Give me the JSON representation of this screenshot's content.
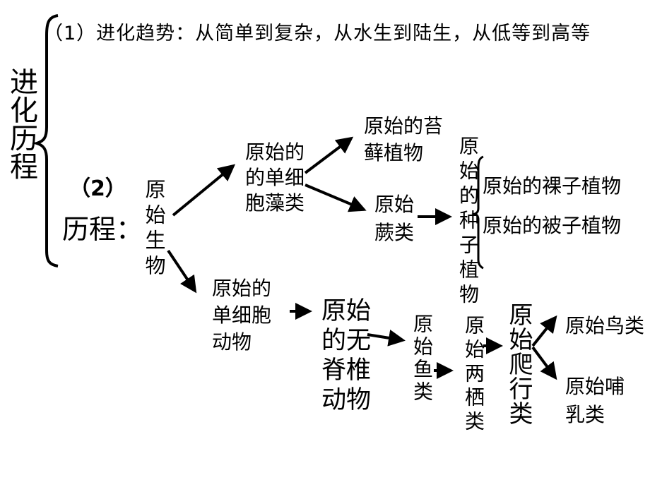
{
  "title": "进化历程",
  "trend": "（1）进化趋势：从简单到复杂，从水生到陆生，从低等到高等",
  "process_num": "（2）",
  "process_label": "历程：",
  "nodes": {
    "origin": "原始生物",
    "algae": [
      "原始的",
      "的单细",
      "胞藻类"
    ],
    "moss": [
      "原始的苔",
      "藓植物"
    ],
    "fern": [
      "原始",
      "蕨类"
    ],
    "seed": "原始的种子植物",
    "gymno": "原始的裸子植物",
    "angio": "原始的被子植物",
    "protozoa": [
      "原始的",
      "单细胞",
      "动物"
    ],
    "invert": [
      "原始",
      "的无",
      "脊椎",
      "动物"
    ],
    "fish": "原始鱼类",
    "amphibian": "原始两栖类",
    "reptile": "原始爬行类",
    "bird": "原始鸟类",
    "mammal": [
      "原始哺",
      "乳类"
    ]
  }
}
